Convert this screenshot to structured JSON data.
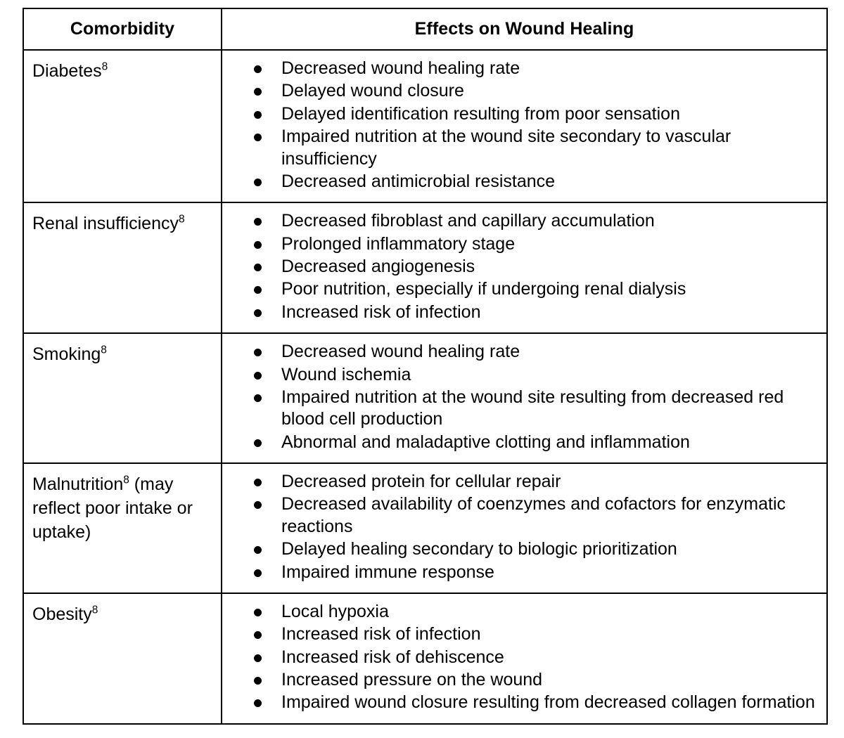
{
  "table": {
    "headers": {
      "comorbidity": "Comorbidity",
      "effects": "Effects on Wound Healing"
    },
    "rows": [
      {
        "comorbidity": "Diabetes",
        "reference": "8",
        "comorbidity_suffix": "",
        "effects": [
          "Decreased wound healing rate",
          "Delayed wound closure",
          "Delayed identification resulting from poor sensation",
          "Impaired nutrition at the wound site secondary to vascular insufficiency",
          "Decreased antimicrobial resistance"
        ]
      },
      {
        "comorbidity": "Renal insufficiency",
        "reference": "8",
        "comorbidity_suffix": "",
        "effects": [
          "Decreased fibroblast and capillary accumulation",
          "Prolonged inflammatory stage",
          "Decreased angiogenesis",
          "Poor nutrition, especially if undergoing renal dialysis",
          "Increased risk of infection"
        ]
      },
      {
        "comorbidity": "Smoking",
        "reference": "8",
        "comorbidity_suffix": "",
        "effects": [
          "Decreased wound healing rate",
          "Wound ischemia",
          "Impaired nutrition at the wound site resulting from decreased red blood cell production",
          "Abnormal and maladaptive clotting and inflammation"
        ]
      },
      {
        "comorbidity": "Malnutrition",
        "reference": "8",
        "comorbidity_suffix": " (may reflect poor intake or uptake)",
        "effects": [
          "Decreased protein for cellular repair",
          "Decreased availability of coenzymes and cofactors for enzymatic reactions",
          "Delayed healing secondary to biologic prioritization",
          "Impaired immune response"
        ]
      },
      {
        "comorbidity": "Obesity",
        "reference": "8",
        "comorbidity_suffix": "",
        "effects": [
          "Local hypoxia",
          "Increased risk of infection",
          "Increased risk of dehiscence",
          "Increased pressure on the wound",
          "Impaired wound closure resulting from decreased collagen formation"
        ]
      }
    ]
  },
  "style": {
    "border_color": "#000000",
    "text_color": "#000000",
    "background": "#ffffff"
  }
}
